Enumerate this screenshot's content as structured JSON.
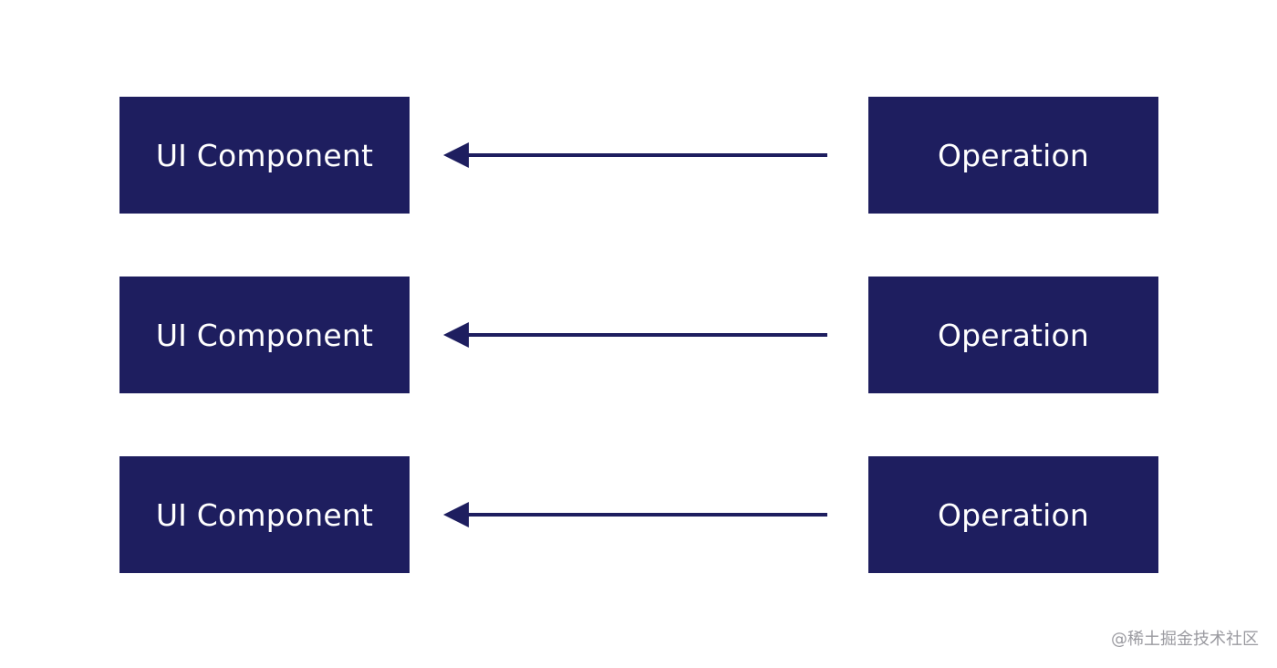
{
  "diagram": {
    "rows": [
      {
        "source_label": "Operation",
        "target_label": "UI Component"
      },
      {
        "source_label": "Operation",
        "target_label": "UI Component"
      },
      {
        "source_label": "Operation",
        "target_label": "UI Component"
      }
    ],
    "colors": {
      "box_fill": "#1e1e5f",
      "box_text": "#ffffff",
      "arrow": "#1e1e5f",
      "background": "#ffffff"
    },
    "watermark": "@稀土掘金技术社区"
  }
}
